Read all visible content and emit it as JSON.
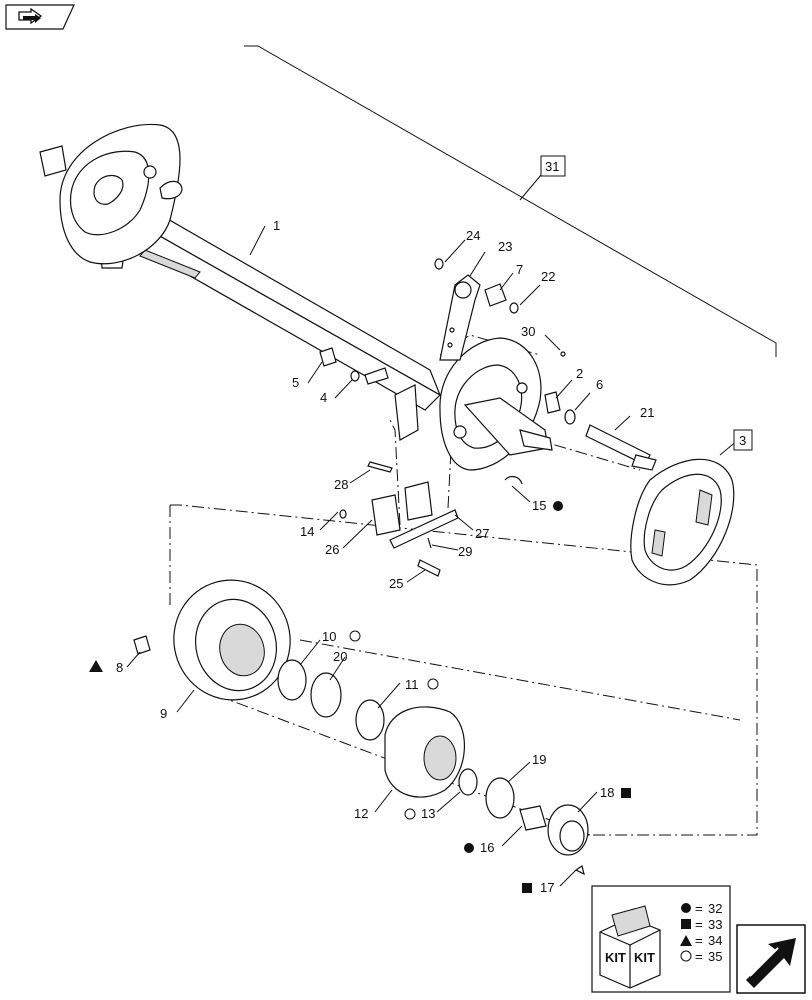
{
  "callouts": [
    "1",
    "2",
    "3",
    "4",
    "5",
    "6",
    "7",
    "8",
    "9",
    "10",
    "11",
    "12",
    "13",
    "14",
    "15",
    "16",
    "17",
    "18",
    "19",
    "20",
    "21",
    "22",
    "23",
    "24",
    "25",
    "26",
    "27",
    "28",
    "29",
    "30",
    "31"
  ],
  "legend": {
    "kit_text": "KIT",
    "entries": [
      {
        "symbol": "filled-circle",
        "value": "32"
      },
      {
        "symbol": "filled-square",
        "value": "33"
      },
      {
        "symbol": "filled-triangle",
        "value": "34"
      },
      {
        "symbol": "open-circle",
        "value": "35"
      }
    ],
    "equals": "="
  }
}
